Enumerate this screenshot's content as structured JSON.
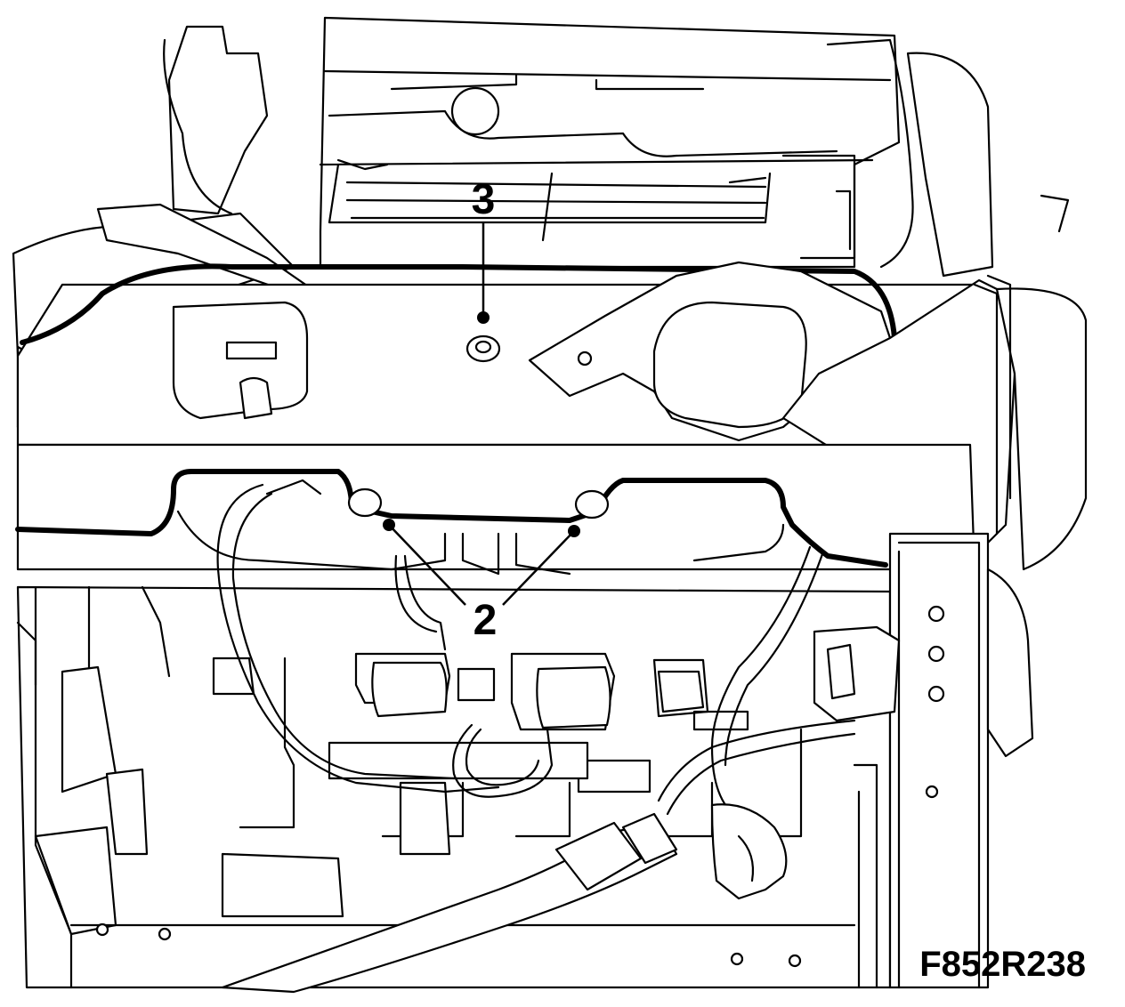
{
  "callouts": [
    {
      "id": "3",
      "label": "3"
    },
    {
      "id": "2",
      "label": "2"
    }
  ],
  "figure_id": "F852R238",
  "colors": {
    "line": "#000000",
    "background": "#ffffff"
  }
}
